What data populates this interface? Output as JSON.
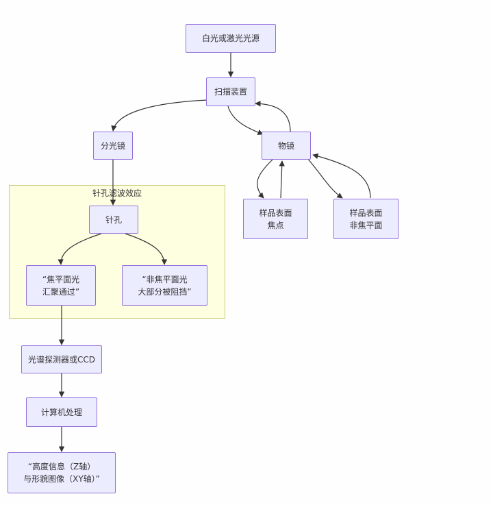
{
  "cluster": {
    "label": "针孔滤波效应"
  },
  "nodes": {
    "source": "白光或激光光源",
    "scanner": "扫描装置",
    "beam_splitter": "分光镜",
    "objective": "物镜",
    "focal_point": "样品表面\n焦点",
    "nonfocal_plane": "样品表面\n非焦平面",
    "pinhole": "针孔",
    "focal_light": "“焦平面光\n汇聚通过”",
    "nonfocal_light": "“非焦平面光\n大部分被阻挡”",
    "detector": "光谱探测器或CCD",
    "computer": "计算机处理",
    "output": "“高度信息（Z轴）\n与形貌图像（XY轴）”"
  },
  "colors": {
    "node_fill": "#ececff",
    "node_border": "#9370db",
    "cluster_fill": "#fefee0",
    "cluster_border": "#c9cf7d",
    "edge": "#333333"
  }
}
